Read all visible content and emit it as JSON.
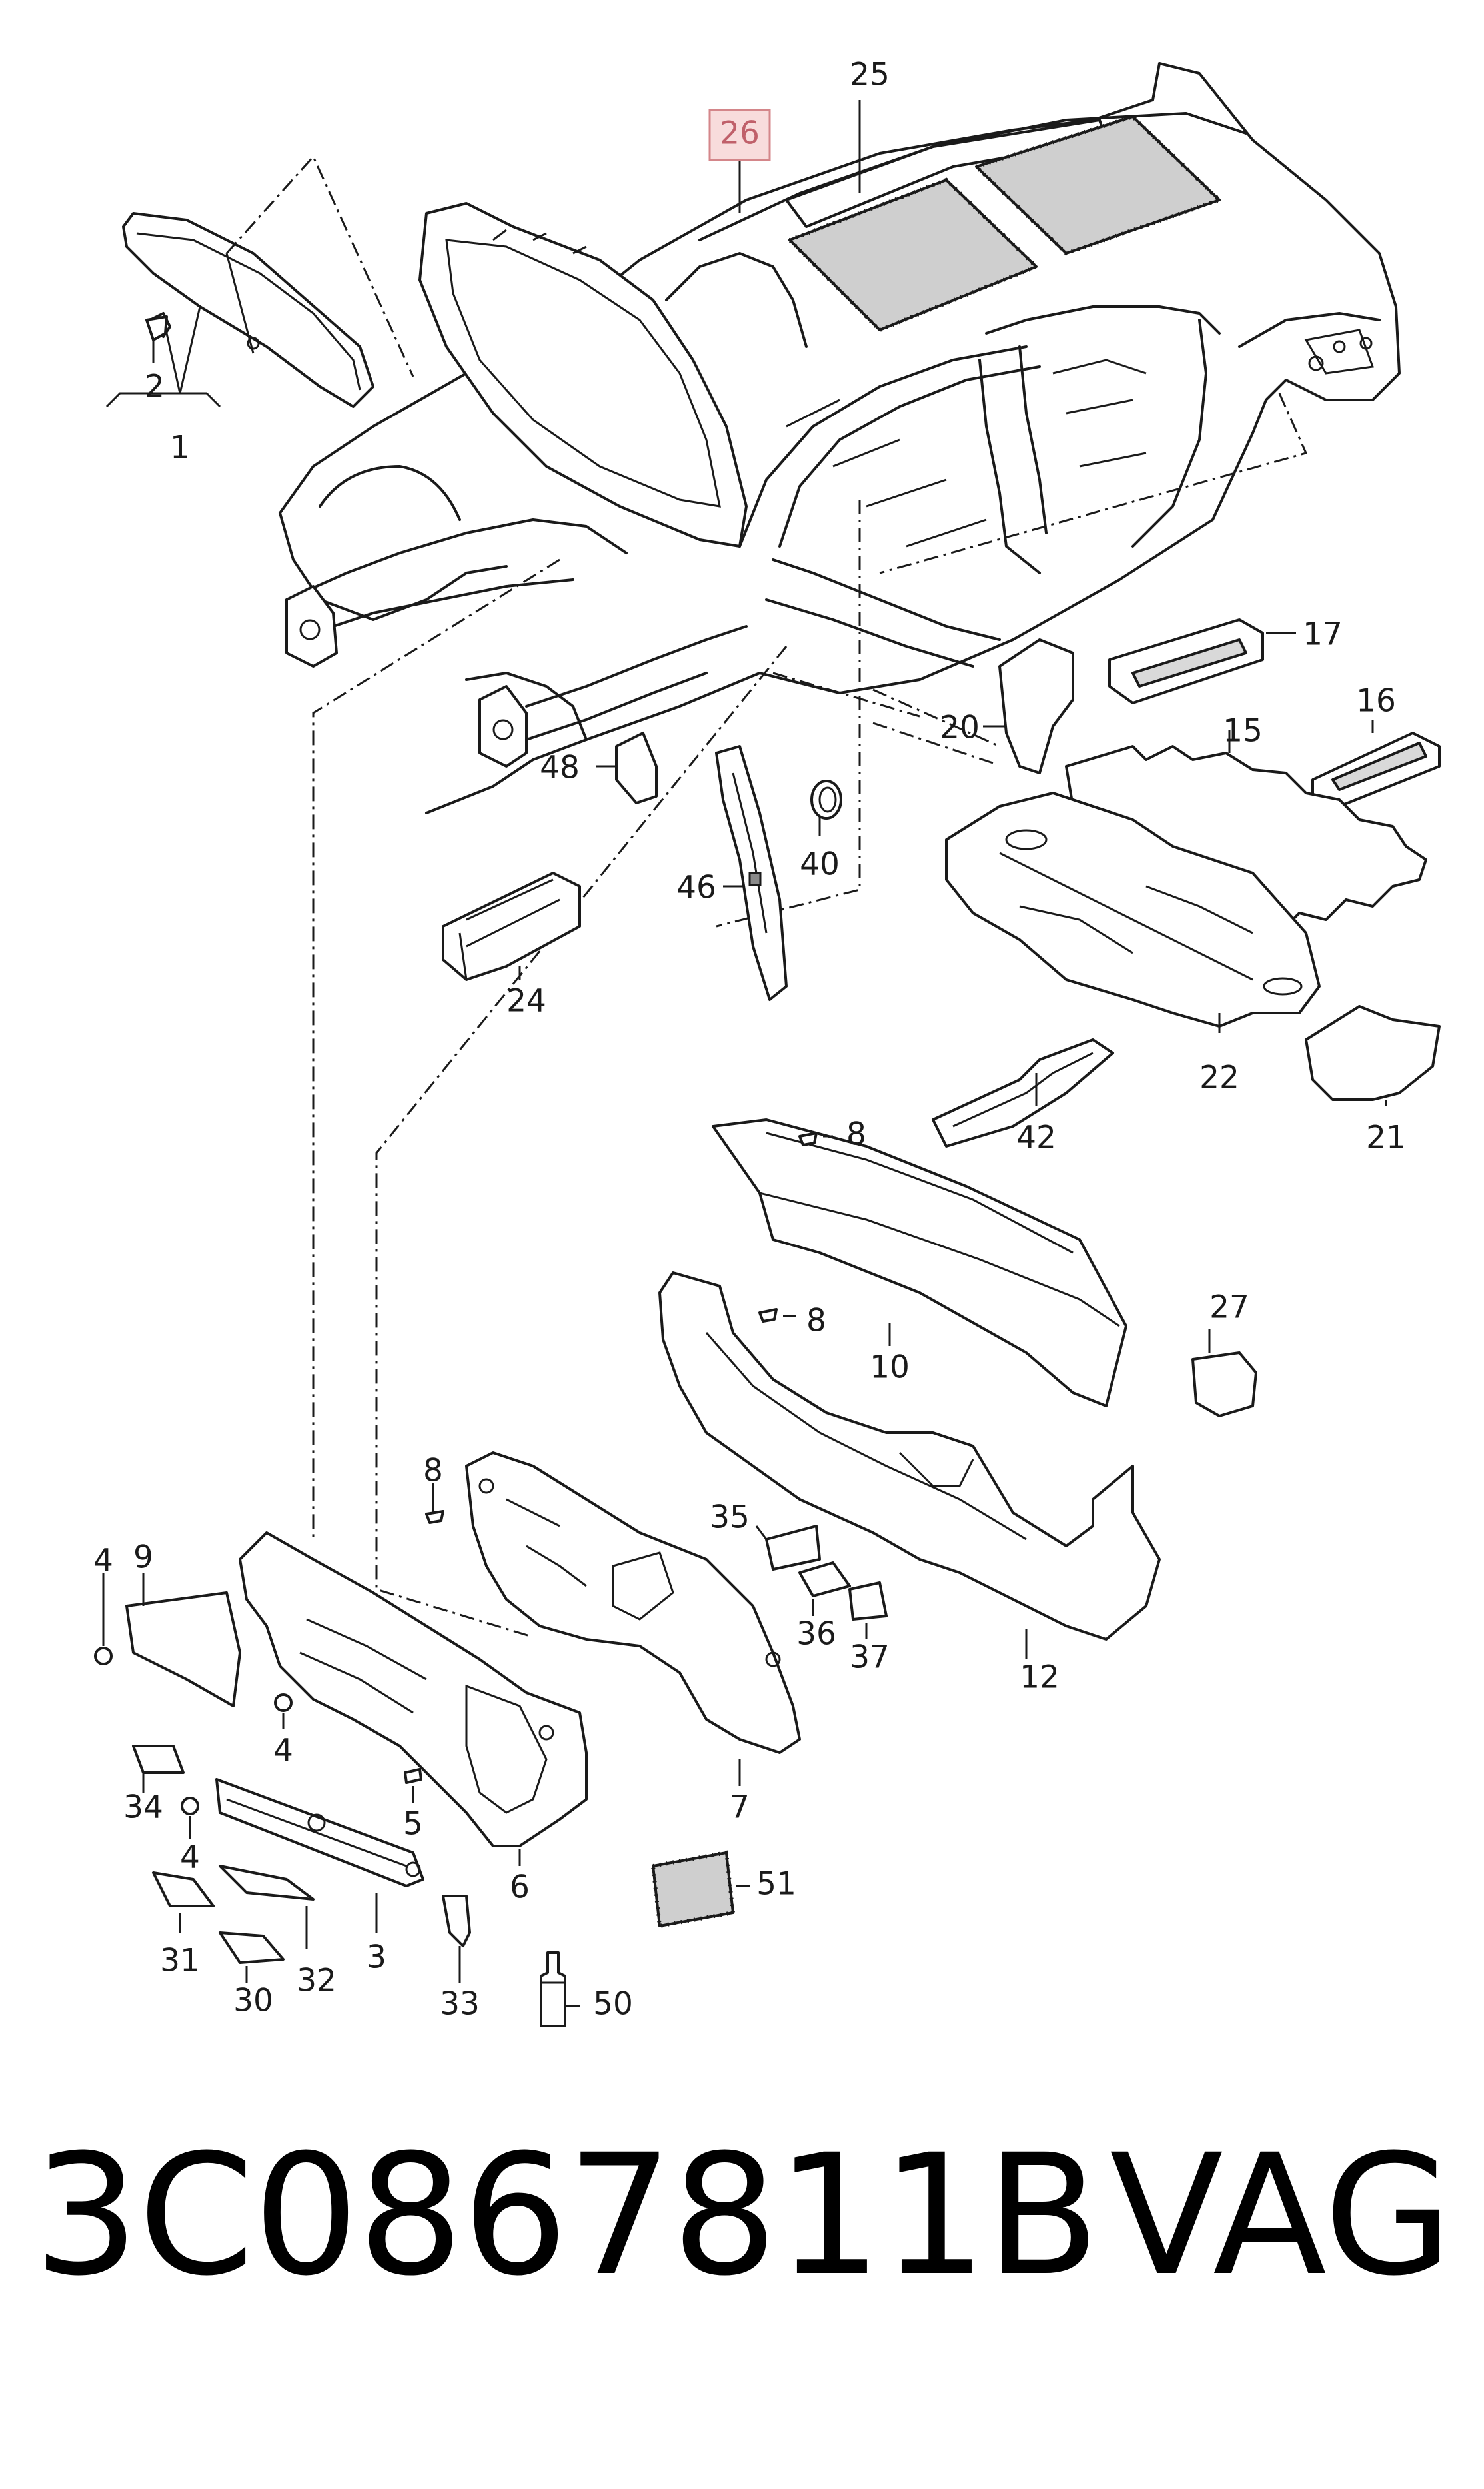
{
  "callouts": [
    {
      "id": "1",
      "text": "1"
    },
    {
      "id": "2",
      "text": "2"
    },
    {
      "id": "3",
      "text": "3"
    },
    {
      "id": "4a",
      "text": "4"
    },
    {
      "id": "4b",
      "text": "4"
    },
    {
      "id": "4c",
      "text": "4"
    },
    {
      "id": "5",
      "text": "5"
    },
    {
      "id": "6",
      "text": "6"
    },
    {
      "id": "7",
      "text": "7"
    },
    {
      "id": "8a",
      "text": "8"
    },
    {
      "id": "8b",
      "text": "8"
    },
    {
      "id": "8c",
      "text": "8"
    },
    {
      "id": "9",
      "text": "9"
    },
    {
      "id": "10",
      "text": "10"
    },
    {
      "id": "12",
      "text": "12"
    },
    {
      "id": "15",
      "text": "15"
    },
    {
      "id": "16",
      "text": "16"
    },
    {
      "id": "17",
      "text": "17"
    },
    {
      "id": "20",
      "text": "20"
    },
    {
      "id": "21",
      "text": "21"
    },
    {
      "id": "22",
      "text": "22"
    },
    {
      "id": "24",
      "text": "24"
    },
    {
      "id": "25",
      "text": "25"
    },
    {
      "id": "26",
      "text": "26"
    },
    {
      "id": "27",
      "text": "27"
    },
    {
      "id": "30",
      "text": "30"
    },
    {
      "id": "31",
      "text": "31"
    },
    {
      "id": "32",
      "text": "32"
    },
    {
      "id": "33",
      "text": "33"
    },
    {
      "id": "34",
      "text": "34"
    },
    {
      "id": "35",
      "text": "35"
    },
    {
      "id": "36",
      "text": "36"
    },
    {
      "id": "37",
      "text": "37"
    },
    {
      "id": "40",
      "text": "40"
    },
    {
      "id": "42",
      "text": "42"
    },
    {
      "id": "46",
      "text": "46"
    },
    {
      "id": "48",
      "text": "48"
    },
    {
      "id": "50",
      "text": "50"
    },
    {
      "id": "51",
      "text": "51"
    }
  ],
  "highlighted_callout": "26",
  "colors": {
    "highlight_fill": "#f8dcdc",
    "highlight_border": "#d4868a",
    "line": "#1a1a1a"
  },
  "footer": {
    "part_number": "3C0867811B",
    "brand": "VAG"
  }
}
